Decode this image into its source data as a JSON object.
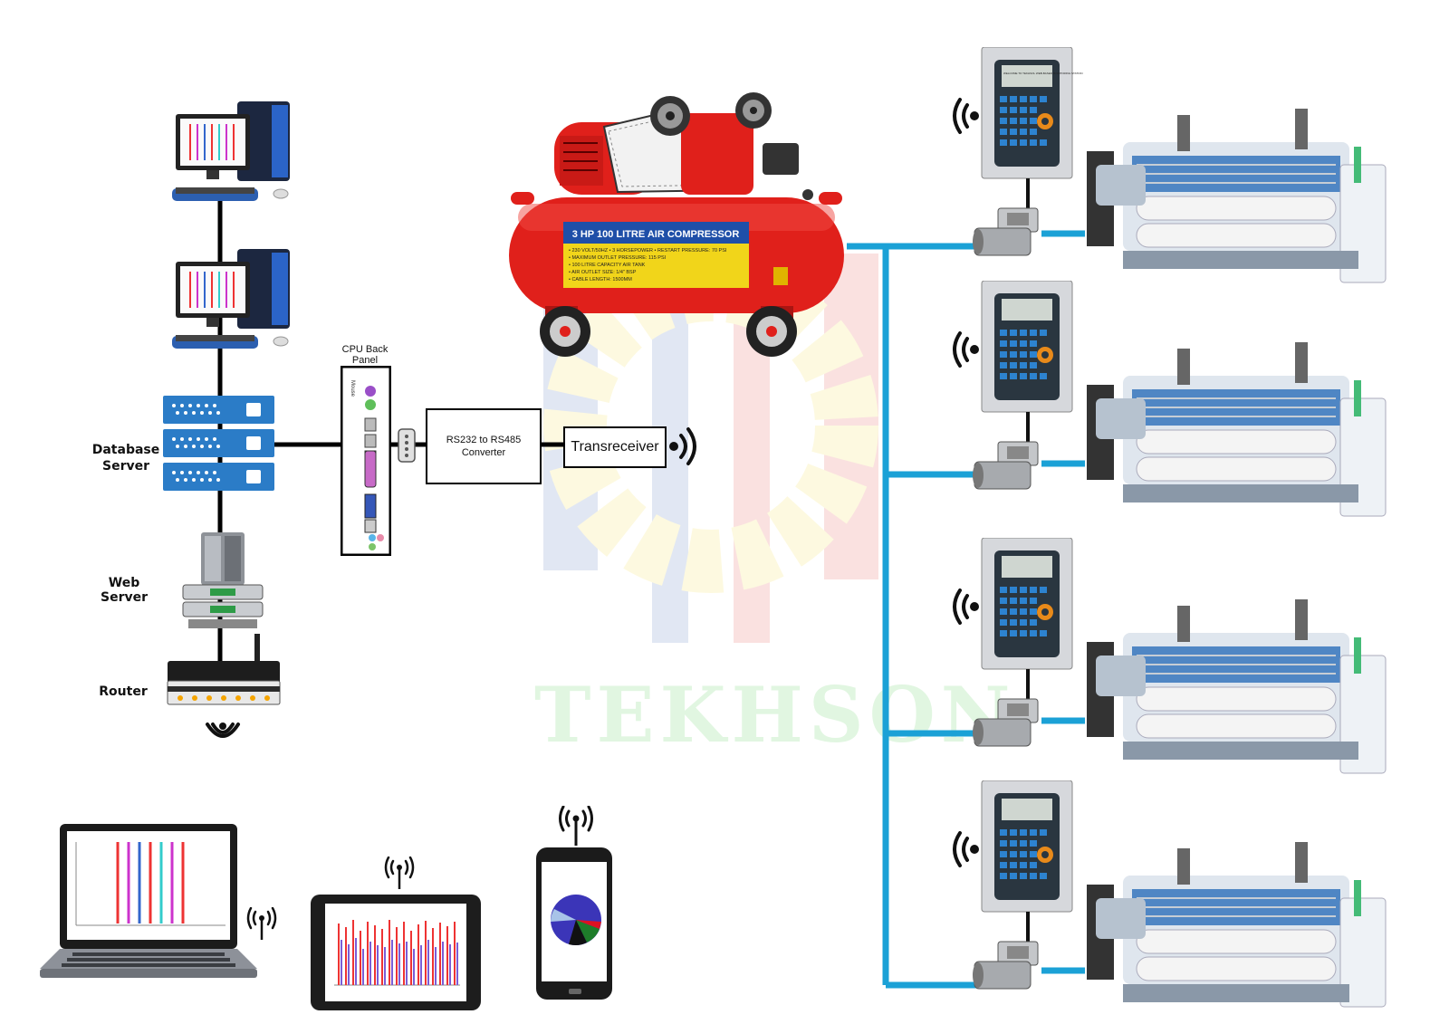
{
  "labels": {
    "database_server": "Database\nServer",
    "web_server": "Web Server",
    "router": "Router",
    "cpu_back_panel": "CPU Back\nPanel",
    "converter": "RS232 to RS485\nConverter",
    "transreceiver": "Transreceiver"
  },
  "watermark": "TEKHSON",
  "compressor": {
    "title": "3 HP 100 LITRE AIR COMPRESSOR",
    "specs": [
      "• 230 VOLT/50HZ   • 3 HORSEPOWER   • RESTART PRESSURE: 70 PSI",
      "• MAXIMUM OUTLET PRESSURE: 115 PSI",
      "• 100 LITRE CAPACITY AIR TANK",
      "• AIR OUTLET SIZE: 1/4\" BSP",
      "• CABLE LENGTH: 1500MM"
    ]
  },
  "cpu_panel_ports": [
    "Mouse",
    "Keyboard",
    "USB",
    "Serial",
    "Parallel",
    "VGA",
    "USB",
    "LAN",
    "Audio"
  ],
  "monitor_station": {
    "screen_text": "WELCOME TO TEKHSOL WEB-BASED MONITORING STATION",
    "count": 4
  },
  "colors": {
    "network_blue": "#1ba1d6",
    "server_blue": "#2b7cc7",
    "compressor_red": "#e0201b",
    "compressor_label_yellow": "#f1d51a",
    "compressor_label_blue": "#1f4fa8",
    "line_black": "#000000"
  },
  "icons": [
    "desktop-computer-icon",
    "server-rack-icon",
    "web-server-icon",
    "router-icon",
    "wifi-icon",
    "laptop-icon",
    "tablet-icon",
    "smartphone-icon",
    "air-compressor-icon",
    "loom-machine-icon",
    "control-panel-icon",
    "flow-sensor-icon"
  ]
}
